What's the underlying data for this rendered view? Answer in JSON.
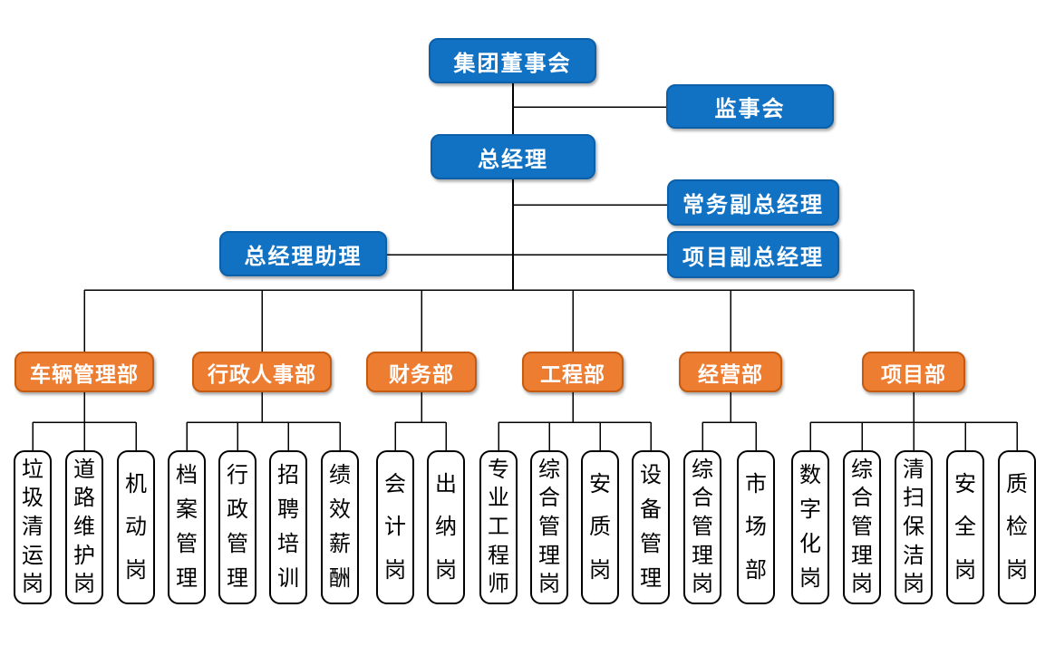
{
  "org": {
    "board": "集团董事会",
    "supervisory_board": "监事会",
    "general_manager": "总经理",
    "executive_deputy_gm": "常务副总经理",
    "gm_assistant": "总经理助理",
    "project_deputy_gm": "项目副总经理",
    "departments": [
      {
        "label": "车辆管理部",
        "posts": [
          "垃圾清运岗",
          "道路维护岗",
          "机动岗"
        ]
      },
      {
        "label": "行政人事部",
        "posts": [
          "档案管理",
          "行政管理",
          "招聘培训",
          "绩效薪酬"
        ]
      },
      {
        "label": "财务部",
        "posts": [
          "会计岗",
          "出纳岗"
        ]
      },
      {
        "label": "工程部",
        "posts": [
          "专业工程师",
          "综合管理岗",
          "安质岗",
          "设备管理"
        ]
      },
      {
        "label": "经营部",
        "posts": [
          "综合管理岗",
          "市场部"
        ]
      },
      {
        "label": "项目部",
        "posts": [
          "数字化岗",
          "综合管理岗",
          "清扫保洁岗",
          "安全岗",
          "质检岗"
        ]
      }
    ]
  },
  "colors": {
    "level_box_fill": "#1172C4",
    "level_box_border": "#0C5FA9",
    "dept_box_fill": "#ED7D31",
    "dept_box_border": "#C55A11",
    "post_box_fill": "#FFFFFF",
    "post_box_border": "#000000",
    "box_text": "#FFFFFF",
    "post_text": "#000000",
    "connector": "#000000"
  }
}
